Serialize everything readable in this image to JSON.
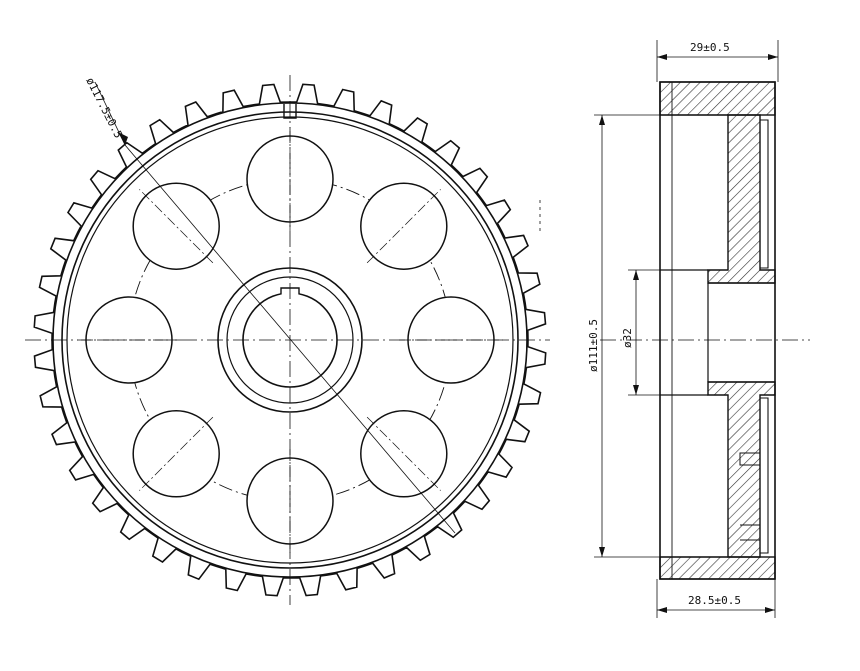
{
  "dimensions": {
    "outer_diameter": "ø117.5±0.5",
    "width_top": "29±0.5",
    "width_bottom": "28.5±0.5",
    "hub_diameter": "ø111±0.5",
    "bore_diameter": "ø32"
  },
  "gear": {
    "tooth_count": 40,
    "hole_count": 8
  },
  "colors": {
    "line": "#111111",
    "hatch": "#333333",
    "background": "#ffffff"
  }
}
